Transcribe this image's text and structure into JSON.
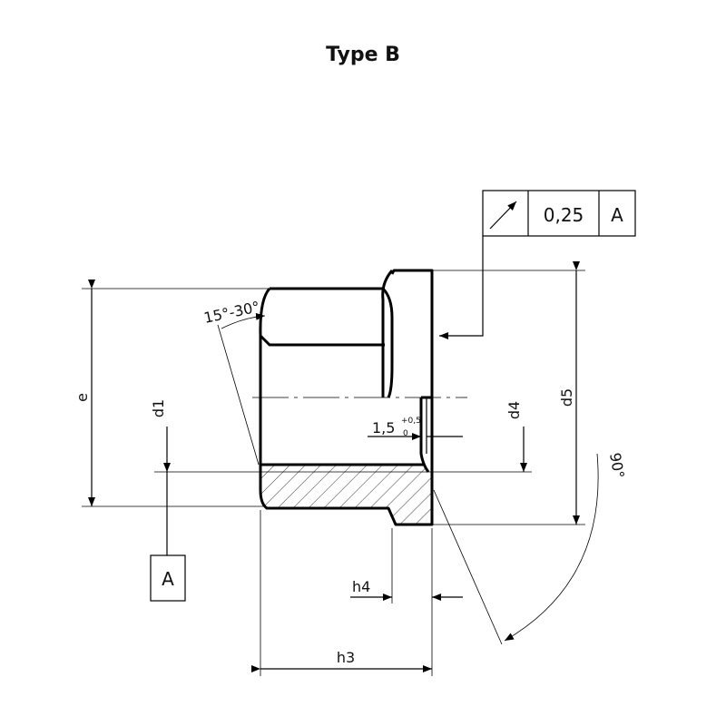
{
  "title": "Type B",
  "labels": {
    "chamfer_angle": "15°-30°",
    "e": "e",
    "d1": "d1",
    "d4": "d4",
    "d5": "d5",
    "h3": "h3",
    "h4": "h4",
    "angle_90": "90°",
    "tolerance_value": "1,5",
    "tolerance_upper": "+0,5",
    "tolerance_lower": "0"
  },
  "feature_control_frame": {
    "symbol": "circular-runout-arrow",
    "tolerance": "0,25",
    "datum": "A"
  },
  "datum_box": {
    "label": "A"
  }
}
